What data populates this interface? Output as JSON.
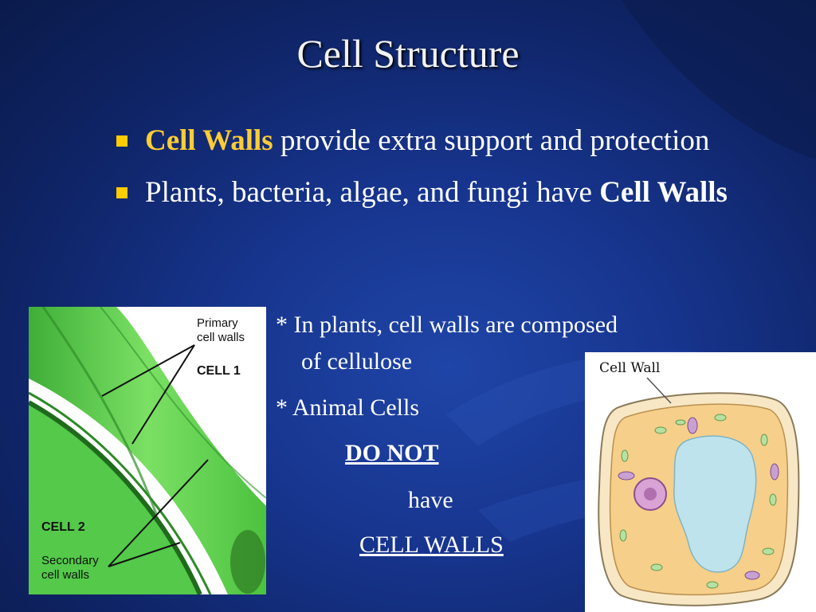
{
  "slide": {
    "title": "Cell Structure",
    "bullets": [
      {
        "highlight": "Cell Walls",
        "rest": " provide extra support and protection"
      },
      {
        "text": "Plants, bacteria, algae, and fungi have ",
        "bold": "Cell Walls"
      }
    ],
    "notes": {
      "plants": "* In plants, cell walls are composed",
      "plants_cont": "of cellulose",
      "animal": "* Animal Cells",
      "do_not": "DO NOT",
      "have": "have",
      "cell_walls": "CELL WALLS"
    }
  },
  "micrograph": {
    "label_primary_1": "Primary",
    "label_primary_2": "cell walls",
    "label_cell1": "CELL 1",
    "label_cell2": "CELL 2",
    "label_secondary_1": "Secondary",
    "label_secondary_2": "cell walls"
  },
  "cell_diagram": {
    "label": "Cell Wall"
  },
  "colors": {
    "background": "#17358e",
    "highlight": "#ffcc33",
    "bullet": "#ffcc00",
    "micrograph_green": "#5cd14a",
    "cell_fill": "#f6cf8a",
    "vacuole": "#bfe3ec"
  }
}
